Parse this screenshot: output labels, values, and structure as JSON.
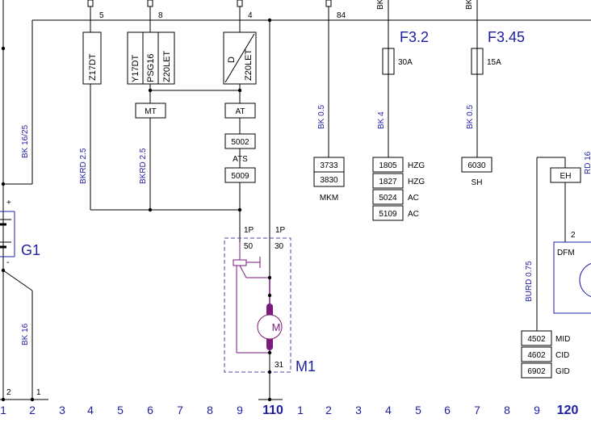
{
  "colors": {
    "wire": "#000000",
    "text_blue": "#1e1ea0",
    "component": "#7a1a7a",
    "dashed_box": "#4a4aa0"
  },
  "top_terminals": {
    "t5": "5",
    "t8": "8",
    "t4": "4",
    "t84": "84"
  },
  "top_cut_labels": {
    "left_bk": "BK",
    "right_bk": "BK"
  },
  "fuses": {
    "f1": {
      "name": "F3.2",
      "rating": "30A"
    },
    "f2": {
      "name": "F3.45",
      "rating": "15A"
    }
  },
  "engine_boxes": {
    "b1": [
      "Z17DT"
    ],
    "b2": [
      "Y17DT",
      "PSG16",
      "Z20LET"
    ],
    "b3": [
      "D",
      "Z20LET"
    ]
  },
  "trans_boxes": {
    "mt": "MT",
    "at": "AT"
  },
  "ats": {
    "c1": "5002",
    "label": "ATS",
    "c2": "5009"
  },
  "wires": {
    "w1": "BK 16/25",
    "w2": "BKRD 2.5",
    "w3": "BKRD 2.5",
    "w4": "BK 0.5",
    "w5": "BK 4",
    "w6": "BK 0.5",
    "w7": "BK 16",
    "w8": "BURD 0.75",
    "w9": "RD 16"
  },
  "mkm": {
    "codes": [
      "3733",
      "3830"
    ],
    "label": "MKM"
  },
  "hzg_table": [
    {
      "code": "1805",
      "label": "HZG"
    },
    {
      "code": "1827",
      "label": "HZG"
    },
    {
      "code": "5024",
      "label": "AC"
    },
    {
      "code": "5109",
      "label": "AC"
    }
  ],
  "sh": {
    "code": "6030",
    "label": "SH"
  },
  "eh": {
    "label": "EH",
    "pin": "2",
    "dfm": "DFM"
  },
  "bottom_table": [
    {
      "code": "4502",
      "label": "MID"
    },
    {
      "code": "4602",
      "label": "CID"
    },
    {
      "code": "6902",
      "label": "GID"
    }
  ],
  "battery": {
    "name": "G1",
    "plus": "+",
    "minus": "-"
  },
  "battery_pins": {
    "p2": "2",
    "p1": "1"
  },
  "starter": {
    "name": "M1",
    "pin_1p_left": "1P",
    "pin_1p_right": "1P",
    "pin_50": "50",
    "pin_30": "30",
    "pin_31": "31",
    "motor_symbol": "M"
  },
  "bottom_scale": [
    "1",
    "2",
    "3",
    "4",
    "5",
    "6",
    "7",
    "8",
    "9",
    "110",
    "1",
    "2",
    "3",
    "4",
    "5",
    "6",
    "7",
    "8",
    "9",
    "120"
  ]
}
